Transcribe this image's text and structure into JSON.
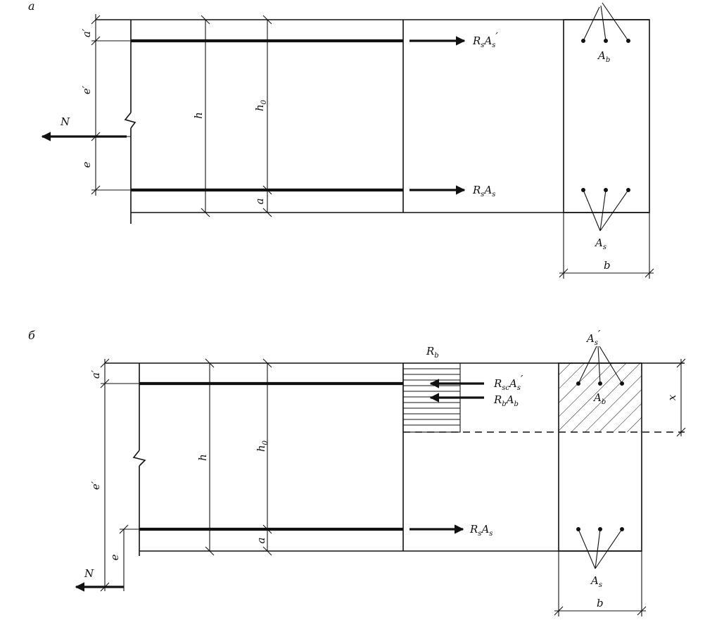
{
  "panel_a": {
    "panel_label": "а",
    "force_N": "N",
    "dim_d_prime": "a′",
    "dim_e_prime": "e′",
    "dim_e": "e",
    "dim_h": "h",
    "dim_h0_base": "h",
    "dim_h0_sub": "0",
    "dim_a": "a",
    "force_top": {
      "base": "R",
      "sub1": "s",
      "base2": "A",
      "sub2": "s",
      "prime": "′"
    },
    "force_bottom": {
      "base": "R",
      "sub1": "s",
      "base2": "A",
      "sub2": "s"
    },
    "section_top_base": "A",
    "section_top_sub": "b",
    "section_bottom_base": "A",
    "section_bottom_sub": "s",
    "section_width": "b"
  },
  "panel_b": {
    "panel_label": "б",
    "force_N": "N",
    "dim_d_prime": "a′",
    "dim_e_prime": "e′",
    "dim_e": "e",
    "dim_h": "h",
    "dim_h0_base": "h",
    "dim_h0_sub": "0",
    "dim_a": "a",
    "stress_label_base": "R",
    "stress_label_sub": "b",
    "force_sc": {
      "base": "R",
      "sub1": "sc",
      "base2": "A",
      "sub2": "s",
      "prime": "′"
    },
    "force_b": {
      "base": "R",
      "sub1": "b",
      "base2": "A",
      "sub2": "b"
    },
    "force_bottom": {
      "base": "R",
      "sub1": "s",
      "base2": "A",
      "sub2": "s"
    },
    "section_top_base": "A",
    "section_top_sub": "s",
    "section_top_prime": "′",
    "section_mid_base": "A",
    "section_mid_sub": "b",
    "section_bottom_base": "A",
    "section_bottom_sub": "s",
    "section_width": "b",
    "dim_x": "x"
  }
}
